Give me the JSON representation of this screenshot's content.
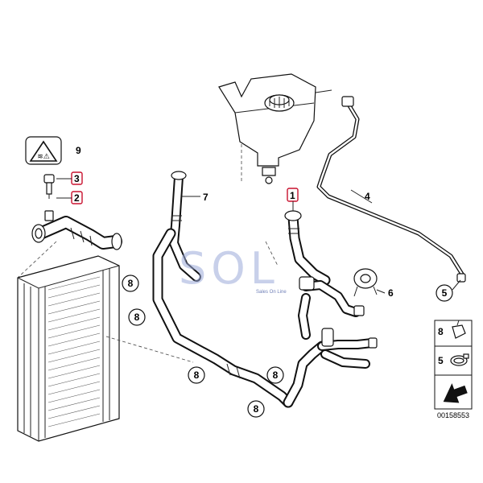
{
  "callouts": {
    "c1": "1",
    "c2": "2",
    "c3": "3",
    "c4": "4",
    "c6": "6",
    "c7": "7",
    "c9": "9",
    "circ5": "5",
    "circ8": "8"
  },
  "legend": {
    "item8": "8",
    "item5": "5"
  },
  "reference_number": "00158553",
  "watermark": {
    "main": "SOL",
    "sub": "Sales On Line"
  },
  "colors": {
    "highlight": "#c8102e",
    "line": "#111111",
    "watermark": "#9aa9d8"
  }
}
